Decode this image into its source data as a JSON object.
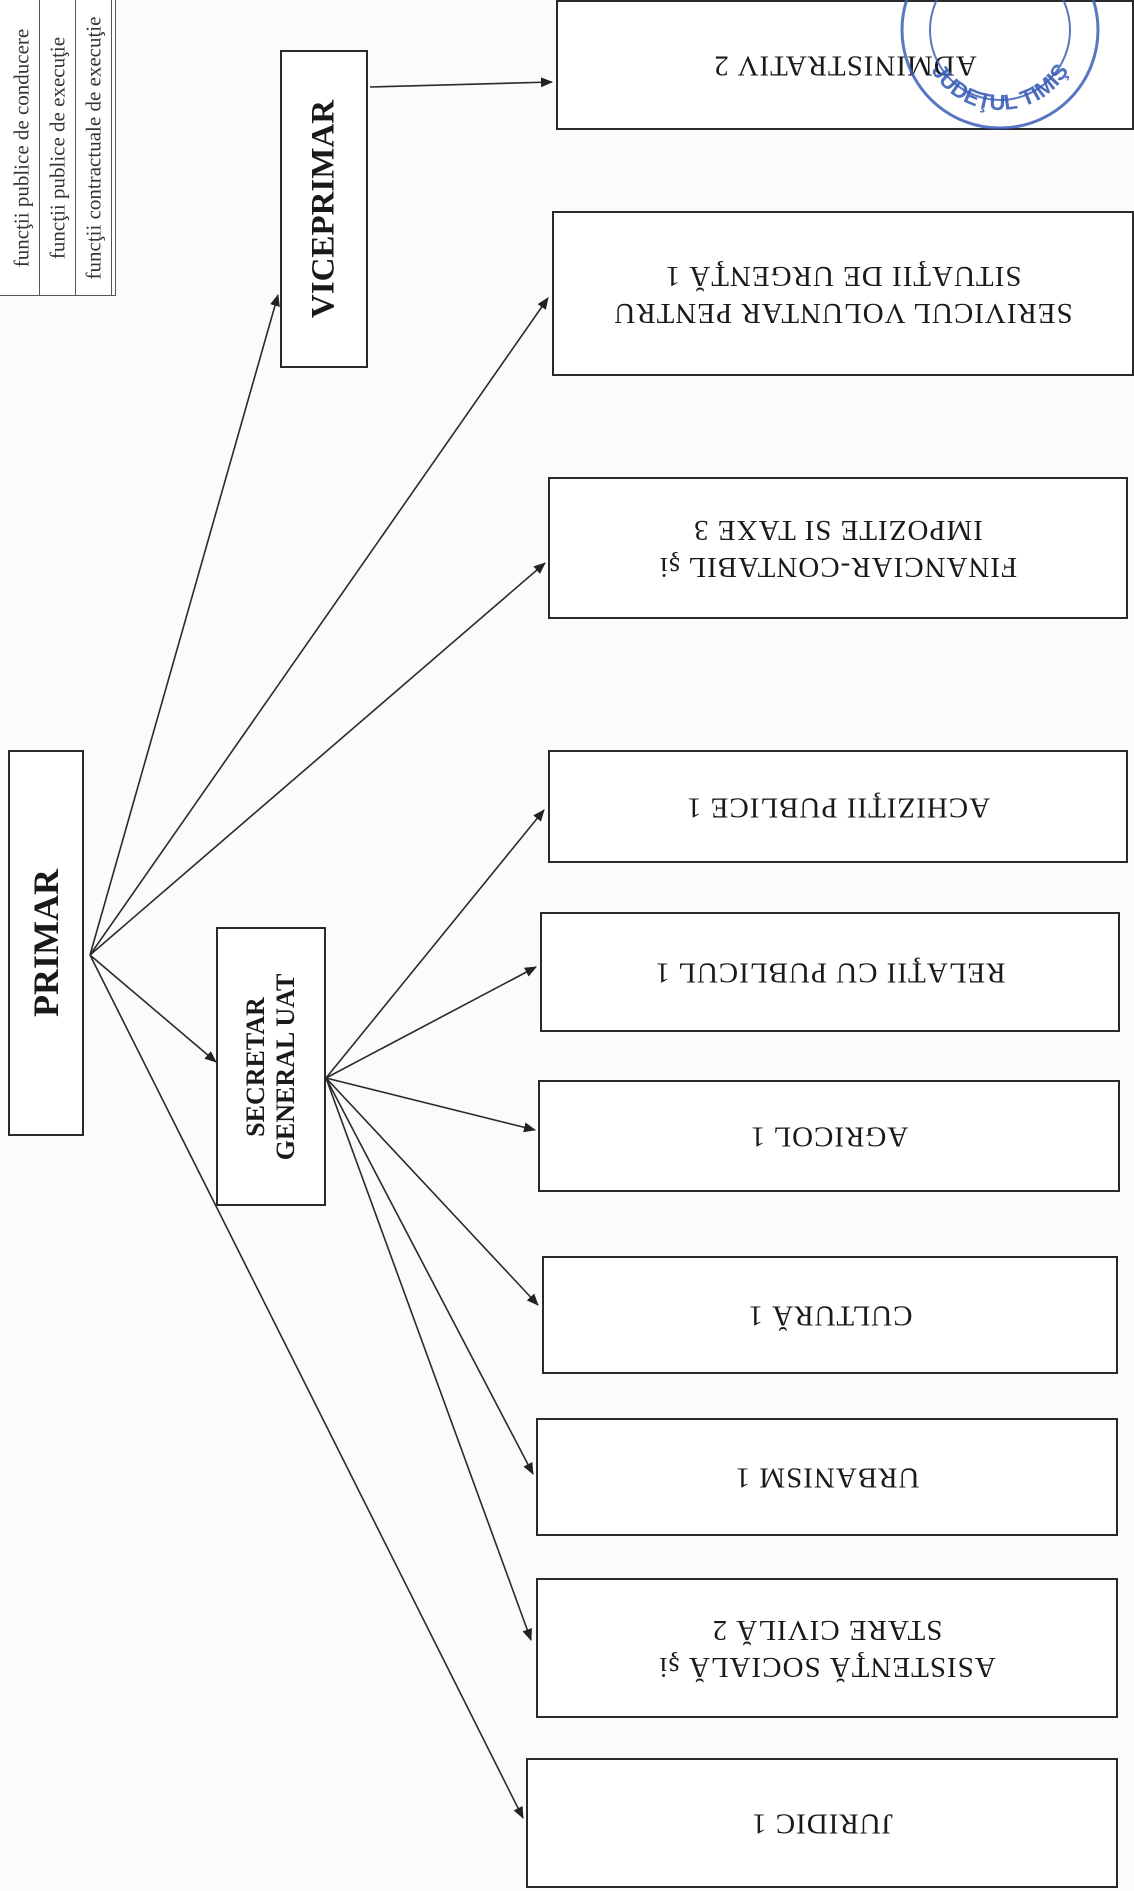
{
  "legend": {
    "items": [
      "funcţii publice de conducere",
      "funcţii publice de execuţie",
      "funcţii contractuale de execuţie"
    ]
  },
  "nodes": {
    "primar": "PRIMAR",
    "viceprimar": "VICEPRIMAR",
    "secretar": [
      "SECRETAR",
      "GENERAL UAT"
    ],
    "administrativ": [
      "ADMINISTRATIV 2"
    ],
    "serviciul_voluntar": [
      "SERIVICUL VOLUNTAR PENTRU",
      "SITUAŢII DE URGENŢĂ 1"
    ],
    "financiar": [
      "FINANCIAR-CONTABIL şi",
      "IMPOZITE SI TAXE  3"
    ],
    "achizitii": [
      "ACHIZIŢII PUBLICE 1"
    ],
    "relatii": [
      "RELAŢII CU PUBLICUL 1"
    ],
    "agricol": [
      "AGRICOL 1"
    ],
    "cultura": [
      "CULTURĂ  1"
    ],
    "urbanism": [
      "URBANISM 1"
    ],
    "asistenta": [
      "ASISTENŢĂ SOCIALĂ şi",
      "STARE CIVILĂ 2"
    ],
    "juridic": [
      "JURIDIC 1"
    ]
  },
  "seal": {
    "text": "JUDEŢUL TIMIŞ",
    "color": "#3b5fb8"
  }
}
